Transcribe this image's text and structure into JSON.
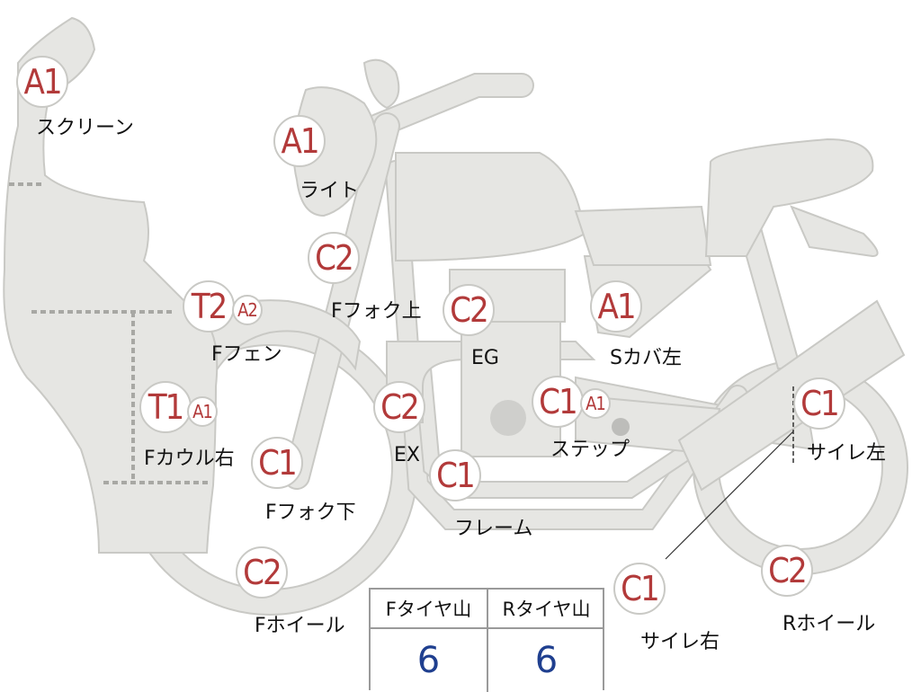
{
  "parts": [
    {
      "key": "screen",
      "grade": "A1",
      "label": "スクリーン"
    },
    {
      "key": "light",
      "grade": "A1",
      "label": "ライト"
    },
    {
      "key": "fork_upper",
      "grade": "C2",
      "label": "Fフォク上"
    },
    {
      "key": "f_fender",
      "grade": "T2",
      "grade2": "A2",
      "label": "Fフェン"
    },
    {
      "key": "f_cowl_r",
      "grade": "T1",
      "grade2": "A1",
      "label": "Fカウル右"
    },
    {
      "key": "fork_lower",
      "grade": "C1",
      "label": "Fフォク下"
    },
    {
      "key": "f_wheel",
      "grade": "C2",
      "label": "Fホイール"
    },
    {
      "key": "engine",
      "grade": "C2",
      "label": "EG"
    },
    {
      "key": "exhaust",
      "grade": "C2",
      "label": "EX"
    },
    {
      "key": "frame",
      "grade": "C1",
      "label": "フレーム"
    },
    {
      "key": "step",
      "grade": "C1",
      "grade2": "A1",
      "label": "ステップ"
    },
    {
      "key": "s_cover_l",
      "grade": "A1",
      "label": "Sカバ左"
    },
    {
      "key": "muffler_l",
      "grade": "C1",
      "label": "サイレ左"
    },
    {
      "key": "muffler_r",
      "grade": "C1",
      "label": "サイレ右"
    },
    {
      "key": "r_wheel",
      "grade": "C2",
      "label": "Rホイール"
    }
  ],
  "tire_table": {
    "front_header": "Fタイヤ山",
    "rear_header": "Rタイヤ山",
    "front_value": "6",
    "rear_value": "6"
  },
  "colors": {
    "grade_text": "#b23a3a",
    "tire_value": "#1f3f8f",
    "part_fill": "#e6e6e3"
  }
}
